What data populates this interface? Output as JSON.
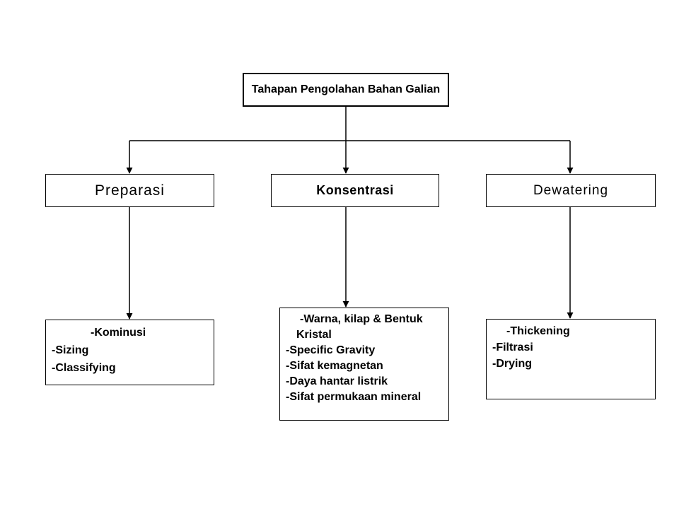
{
  "diagram": {
    "root": {
      "label": "Tahapan Pengolahan Bahan Galian"
    },
    "stages": [
      {
        "label": "Preparasi"
      },
      {
        "label": "Konsentrasi"
      },
      {
        "label": "Dewatering"
      }
    ],
    "details": [
      {
        "parent": "Preparasi",
        "lines": [
          "-Kominusi",
          "-Sizing",
          "-Classifying"
        ]
      },
      {
        "parent": "Konsentrasi",
        "lines": [
          "-Warna, kilap & Bentuk",
          "Kristal",
          "-Specific Gravity",
          "-Sifat kemagnetan",
          "-Daya hantar listrik",
          "-Sifat permukaan mineral"
        ]
      },
      {
        "parent": "Dewatering",
        "lines": [
          "-Thickening",
          "-Filtrasi",
          "-Drying"
        ]
      }
    ],
    "colors": {
      "background": "#ffffff",
      "line": "#000000",
      "box_border": "#000000",
      "box_fill": "#ffffff",
      "text": "#000000"
    }
  }
}
